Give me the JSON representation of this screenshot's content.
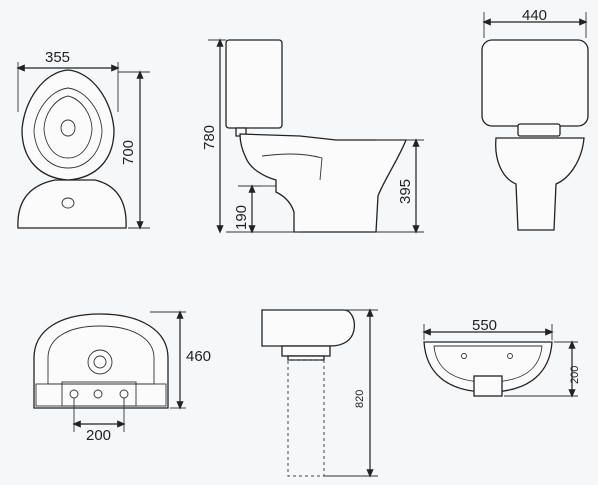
{
  "toilet_top_view": {
    "width_label": "355",
    "depth_label": "700"
  },
  "toilet_side_view": {
    "height_label": "780",
    "outlet_height_label": "190",
    "seat_height_label": "395"
  },
  "toilet_front_view": {
    "width_label": "440"
  },
  "basin_top_view": {
    "depth_label": "460",
    "tap_spacing_label": "200"
  },
  "basin_side_view": {
    "pedestal_height_label": "820"
  },
  "basin_front_view": {
    "width_label": "550",
    "depth_label": "200"
  }
}
